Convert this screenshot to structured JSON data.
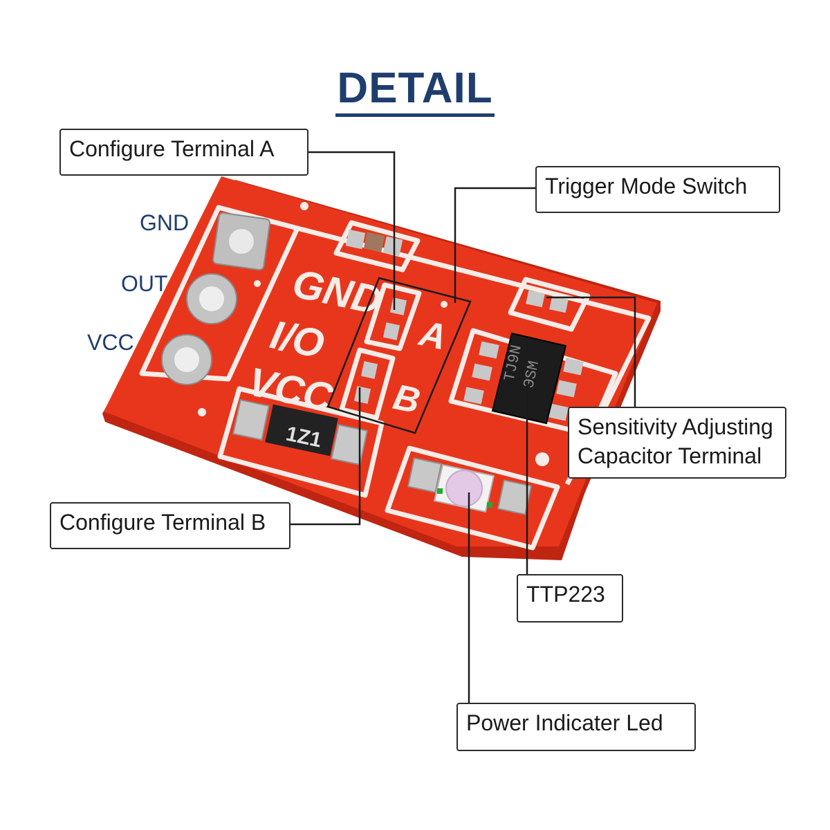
{
  "title": "DETAIL",
  "pins": {
    "gnd": "GND",
    "out": "OUT",
    "vcc": "VCC"
  },
  "silkscreen": {
    "gnd": "GND",
    "io": "I/O",
    "vcc": "VCC",
    "a": "A",
    "b": "B",
    "resistor_code": "1Z1",
    "chip_mark_1": "TJ9N",
    "chip_mark_2": "ЭSМ"
  },
  "callouts": {
    "configure_a": "Configure Terminal A",
    "trigger_mode": "Trigger Mode Switch",
    "sensitivity_line1": "Sensitivity Adjusting",
    "sensitivity_line2": "Capacitor Terminal",
    "configure_b": "Configure Terminal B",
    "ttp223": "TTP223",
    "power_led": "Power Indicater Led"
  },
  "colors": {
    "title": "#1f3e6e",
    "board": "#e8361c",
    "board_edge": "#c02512",
    "silk": "#f4ece8",
    "pad": "#c8c8c8",
    "chip": "#1c1c1c"
  }
}
